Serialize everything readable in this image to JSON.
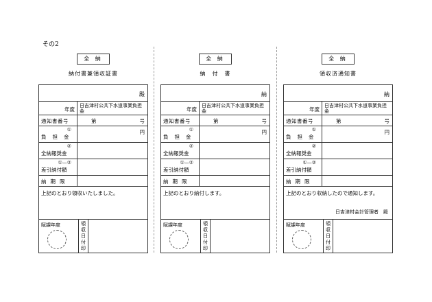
{
  "page_label": "その2",
  "panels": [
    {
      "badge": "全 納",
      "title": "納付書兼領収証書",
      "addressee": "殿",
      "year_label": "年度",
      "year_value": "日吉津村公共下水道事業負担金",
      "number_label": "通知書番号",
      "number_prefix": "第",
      "number_suffix": "号",
      "burden_mark": "①",
      "burden_label": "負担金",
      "burden_unit": "円",
      "incentive_mark": "②",
      "incentive_label": "全納報奨金",
      "net_mark": "①—②",
      "net_label": "差引納付額",
      "due_label": "納期限",
      "message": "上記のとおり領収いたしました。",
      "signature": "",
      "fiscal_year_label": "賦課年度",
      "receipt_date_chars": [
        "領",
        "収",
        "日",
        "付",
        "印"
      ]
    },
    {
      "badge": "全 納",
      "title": "納　付　書",
      "addressee": "納",
      "year_label": "年度",
      "year_value": "日吉津村公共下水道事業負担金",
      "number_label": "通知書番号",
      "number_prefix": "第",
      "number_suffix": "号",
      "burden_mark": "①",
      "burden_label": "負担金",
      "burden_unit": "円",
      "incentive_mark": "②",
      "incentive_label": "全納報奨金",
      "net_mark": "①—②",
      "net_label": "差引納付額",
      "due_label": "納期限",
      "message": "上記のとおり納付します。",
      "signature": "",
      "fiscal_year_label": "賦課年度",
      "receipt_date_chars": [
        "領",
        "収",
        "日",
        "付",
        "印"
      ]
    },
    {
      "badge": "全 納",
      "title": "領収済通知書",
      "addressee": "納",
      "year_label": "年度",
      "year_value": "日吉津村公共下水道事業負担金",
      "number_label": "通知書番号",
      "number_prefix": "第",
      "number_suffix": "号",
      "burden_mark": "①",
      "burden_label": "負担金",
      "burden_unit": "円",
      "incentive_mark": "②",
      "incentive_label": "全納報奨金",
      "net_mark": "①—②",
      "net_label": "差引納付額",
      "due_label": "納期限",
      "message": "上記のとおり収納したので通知します。",
      "signature": "日吉津村会計管理者　殿",
      "fiscal_year_label": "賦課年度",
      "receipt_date_chars": [
        "領",
        "収",
        "日",
        "付",
        "印"
      ]
    }
  ]
}
